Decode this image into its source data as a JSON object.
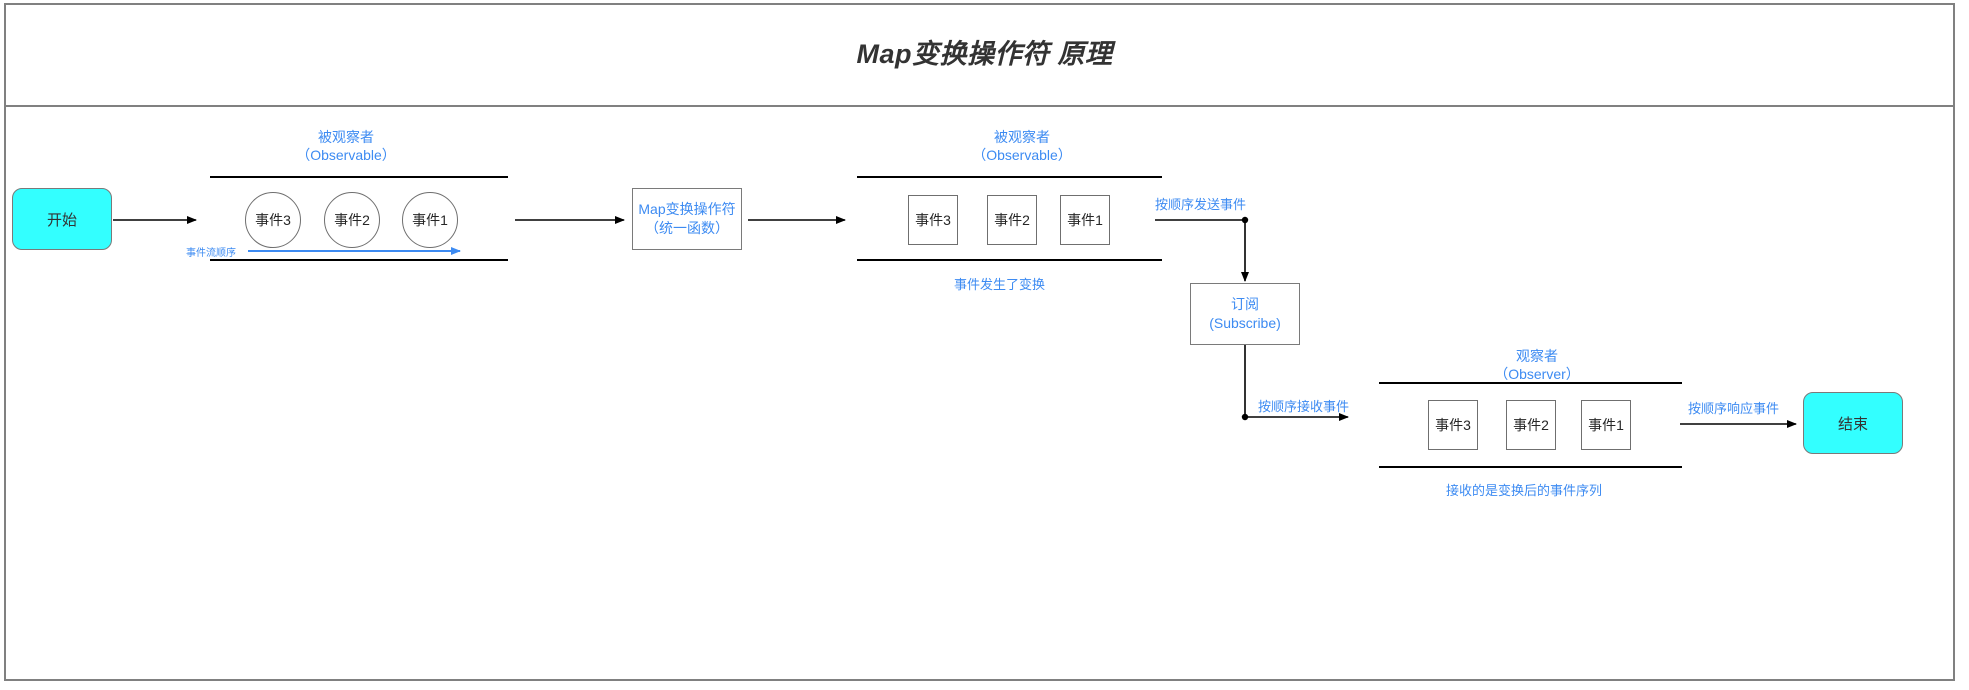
{
  "page": {
    "title": "Map变换操作符 原理",
    "accent_blue": "#3d8bf2",
    "terminal_cyan": "#33FFFF",
    "line_black": "#000000",
    "frame_grey": "#808080"
  },
  "terminals": {
    "start": "开始",
    "end": "结束"
  },
  "observable_source": {
    "label_cn": "被观察者",
    "label_en": "（Observable）",
    "events": [
      "事件3",
      "事件2",
      "事件1"
    ],
    "flow_note": "事件流顺序"
  },
  "operator": {
    "name": "Map变换操作符",
    "subtitle": "（统一函数）"
  },
  "observable_transformed": {
    "label_cn": "被观察者",
    "label_en": "（Observable）",
    "events": [
      "事件3",
      "事件2",
      "事件1"
    ],
    "footer_note": "事件发生了变换"
  },
  "subscribe": {
    "label_cn": "订阅",
    "label_en": "(Subscribe)",
    "emit_note": "按顺序发送事件",
    "receive_note": "按顺序接收事件"
  },
  "observer": {
    "label_cn": "观察者",
    "label_en": "（Observer）",
    "events": [
      "事件3",
      "事件2",
      "事件1"
    ],
    "footer_note": "接收的是变换后的事件序列",
    "respond_note": "按顺序响应事件"
  }
}
